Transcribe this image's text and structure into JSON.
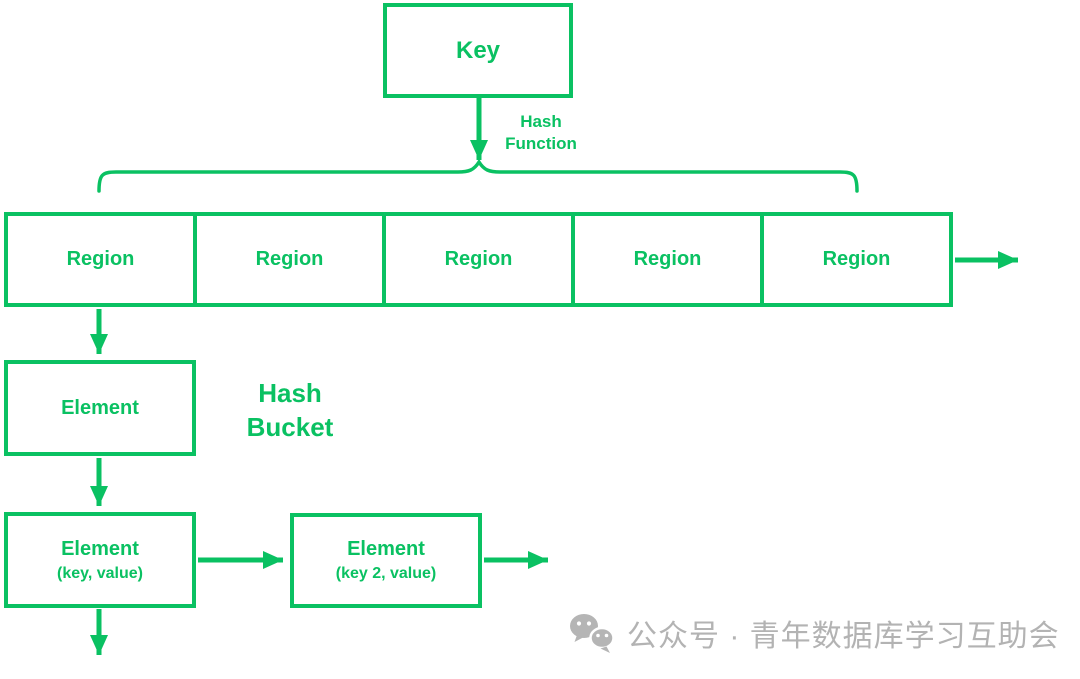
{
  "colors": {
    "accent": "#0ac162",
    "watermark": "#b3b3b3"
  },
  "key_box": {
    "label": "Key"
  },
  "hash_function_label": {
    "line1": "Hash",
    "line2": "Function"
  },
  "region_labels": [
    "Region",
    "Region",
    "Region",
    "Region",
    "Region"
  ],
  "hash_bucket_label": {
    "line1": "Hash",
    "line2": "Bucket"
  },
  "element_top": {
    "label": "Element"
  },
  "element_kv": {
    "label": "Element",
    "sublabel": "(key, value)"
  },
  "element_kv2": {
    "label": "Element",
    "sublabel": "(key 2, value)"
  },
  "watermark": {
    "icon": "wechat-icon",
    "text": "公众号 · 青年数据库学习互助会"
  }
}
